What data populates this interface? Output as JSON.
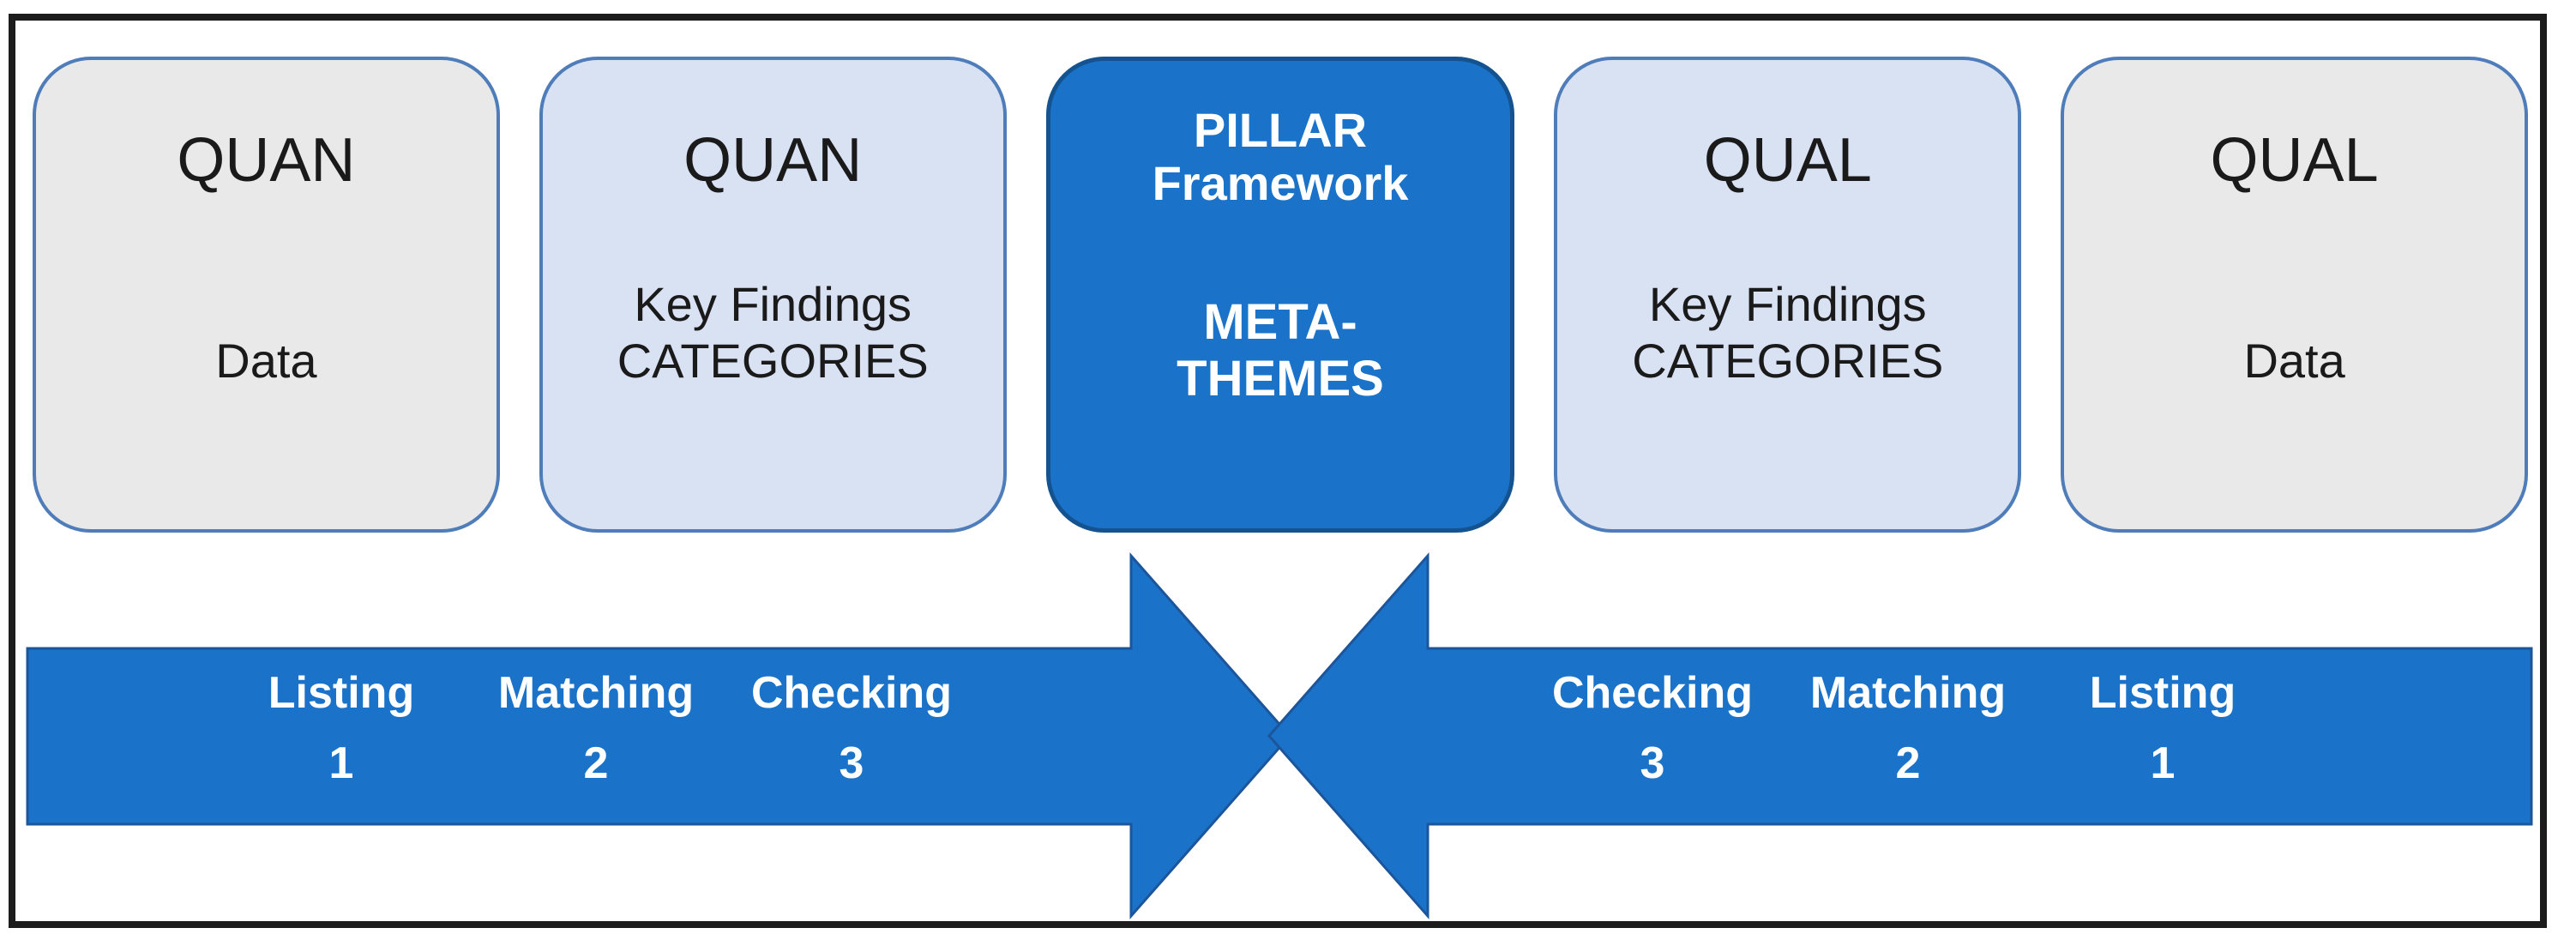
{
  "diagram": {
    "description": "Pillar Integration Process diagram: QUAN and QUAL data converge into PILLAR Framework meta-themes",
    "boxes": [
      {
        "title": "QUAN",
        "subtitle": "Data",
        "variant": "gray"
      },
      {
        "title": "QUAN",
        "subtitle_line1": "Key Findings",
        "subtitle_line2": "CATEGORIES",
        "variant": "light-blue"
      },
      {
        "title_line1": "PILLAR",
        "title_line2": "Framework",
        "subtitle_line1": "META-",
        "subtitle_line2": "THEMES",
        "variant": "dark-blue"
      },
      {
        "title": "QUAL",
        "subtitle_line1": "Key Findings",
        "subtitle_line2": "CATEGORIES",
        "variant": "light-blue"
      },
      {
        "title": "QUAL",
        "subtitle": "Data",
        "variant": "gray"
      }
    ],
    "left_arrow": {
      "direction": "points-right",
      "steps": [
        {
          "label": "Listing",
          "number": "1"
        },
        {
          "label": "Matching",
          "number": "2"
        },
        {
          "label": "Checking",
          "number": "3"
        }
      ]
    },
    "right_arrow": {
      "direction": "points-left",
      "steps": [
        {
          "label": "Checking",
          "number": "3"
        },
        {
          "label": "Matching",
          "number": "2"
        },
        {
          "label": "Listing",
          "number": "1"
        }
      ]
    },
    "colors": {
      "dark_blue": "#1a73c8",
      "dark_blue_border": "#14538f",
      "light_blue": "#d9e2f3",
      "gray": "#e9e9e9",
      "box_border": "#4f7dba",
      "arrow_fill": "#1a73c8",
      "arrow_border": "#1d559b",
      "frame_border": "#1c1c1c",
      "text_dark": "#1a1a1a",
      "text_light": "#ffffff"
    }
  }
}
